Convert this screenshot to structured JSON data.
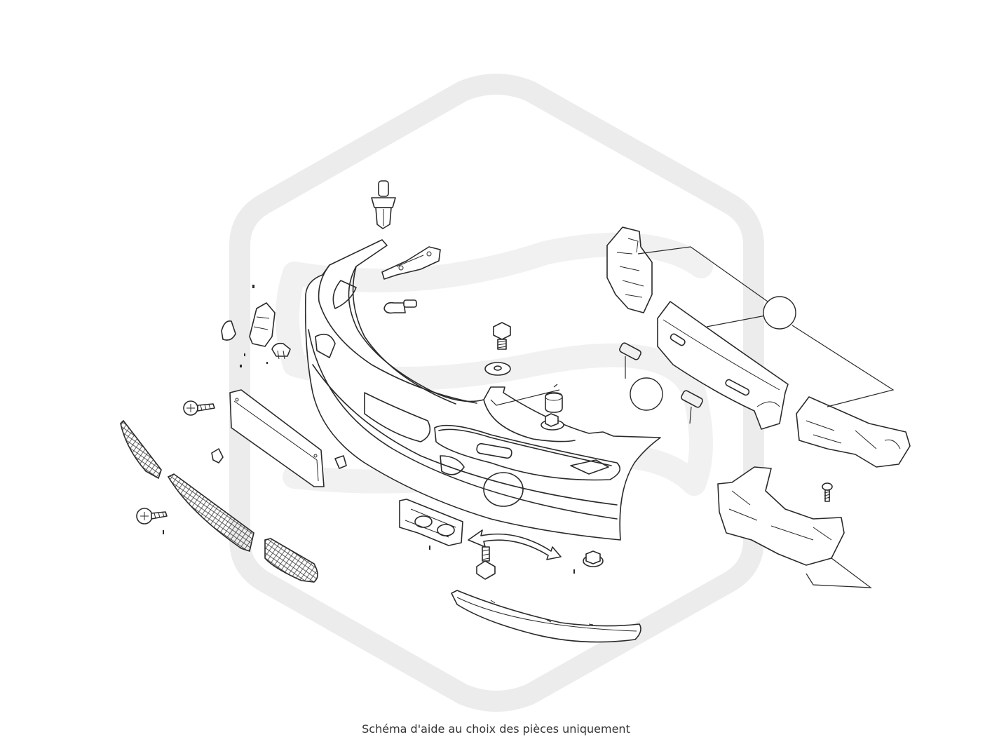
{
  "caption": "Schéma d'aide au choix des pièces uniquement",
  "colors": {
    "background": "#ffffff",
    "line": "#2a2a2a",
    "watermark": "#ececec"
  },
  "watermark": {
    "kind": "logo",
    "shape": "hexagon-with-wave-s"
  },
  "parts": [
    "plastic-rivet",
    "mounting-bracket",
    "bumper-cover",
    "hex-bolt",
    "washer",
    "rubber-spacer",
    "flange-nut",
    "impact-absorber",
    "bumper-reinforcement",
    "side-support-bracket",
    "license-plate-holder",
    "center-grille",
    "left-grille",
    "right-grille",
    "lower-trim-strip",
    "fog-light-bracket",
    "tow-hook-cover",
    "screw",
    "clip",
    "rotation-arrow"
  ],
  "callouts": [
    "",
    ""
  ]
}
